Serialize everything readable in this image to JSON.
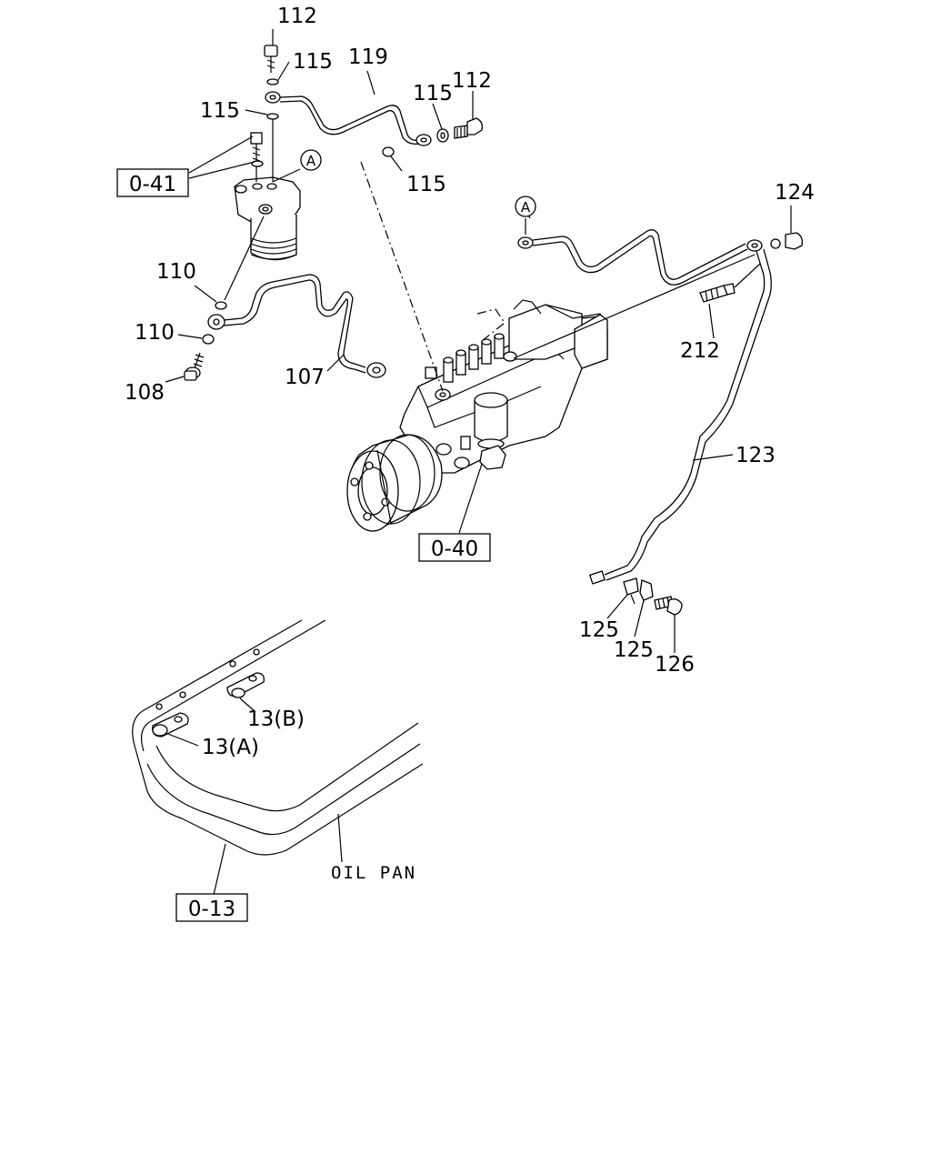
{
  "labels": {
    "p112_top": "112",
    "p115_a": "115",
    "p119": "119",
    "p115_b": "115",
    "p112_right": "112",
    "p115_c": "115",
    "p115_d": "115",
    "p124": "124",
    "p110_a": "110",
    "p110_b": "110",
    "p108": "108",
    "p107": "107",
    "p212": "212",
    "p123": "123",
    "p125_a": "125",
    "p125_b": "125",
    "p126": "126",
    "p13b": "13(B)",
    "p13a": "13(A)",
    "oil_pan": "OIL PAN"
  },
  "refs": {
    "r041": "0-41",
    "r040": "0-40",
    "r013": "0-13"
  },
  "callouts": {
    "a_left": "A",
    "a_right": "A"
  }
}
